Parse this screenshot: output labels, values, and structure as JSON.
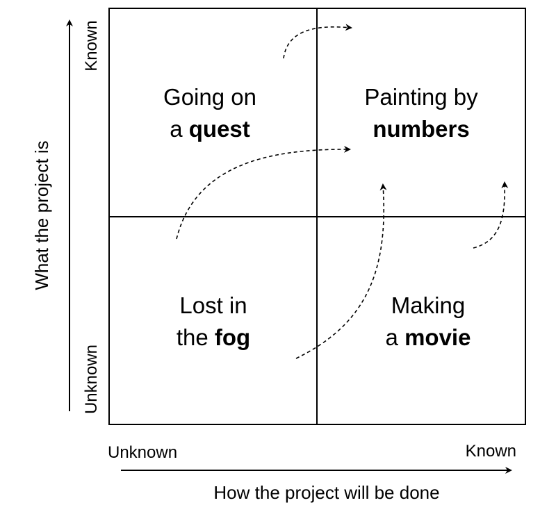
{
  "quadrants": {
    "top_left": {
      "line1": "Going on",
      "line2_prefix": "a ",
      "line2_bold": "quest"
    },
    "top_right": {
      "line1": "Painting by",
      "line2_prefix": "",
      "line2_bold": "numbers"
    },
    "bottom_left": {
      "line1": "Lost in",
      "line2_prefix": "the ",
      "line2_bold": "fog"
    },
    "bottom_right": {
      "line1": "Making",
      "line2_prefix": "a ",
      "line2_bold": "movie"
    }
  },
  "x_axis": {
    "label": "How the project will be done",
    "low": "Unknown",
    "high": "Known"
  },
  "y_axis": {
    "label": "What the project is",
    "low": "Unknown",
    "high": "Known"
  },
  "colors": {
    "line": "#000000",
    "background": "#ffffff"
  }
}
